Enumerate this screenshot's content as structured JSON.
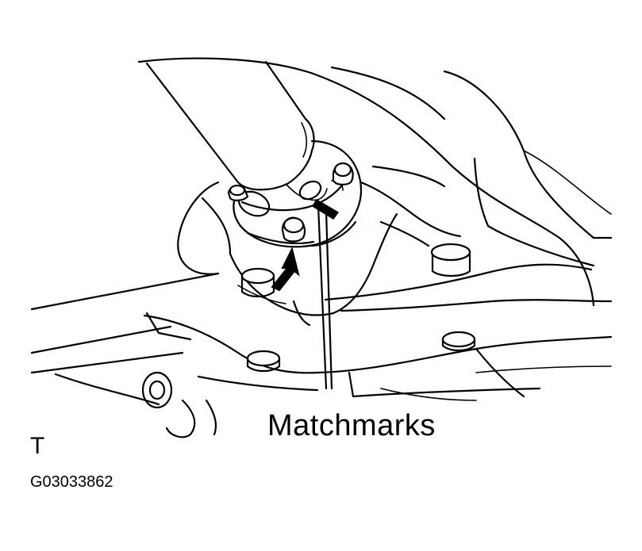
{
  "labels": {
    "matchmarks": "Matchmarks",
    "corner_letter": "T",
    "figure_code": "G03033862"
  },
  "colors": {
    "ink": "#000000",
    "paper": "#ffffff"
  }
}
